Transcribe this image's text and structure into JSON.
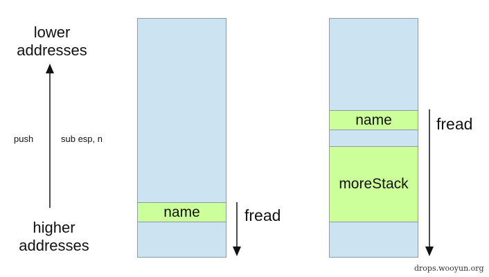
{
  "left_panel": {
    "lower_line1": "lower",
    "lower_line2": "addresses",
    "higher_line1": "higher",
    "higher_line2": "addresses",
    "push_label": "push",
    "sub_label": "sub esp, n"
  },
  "stack_a": {
    "name_label": "name",
    "fread_label": "fread"
  },
  "stack_b": {
    "name_label": "name",
    "more_label": "moreStack",
    "fread_label": "fread"
  },
  "watermark": "drops.wooyun.org",
  "colors": {
    "stack_fill": "#cce3f2",
    "buffer_fill": "#ccff99",
    "border": "#8a9aa6",
    "arrow": "#111111"
  }
}
